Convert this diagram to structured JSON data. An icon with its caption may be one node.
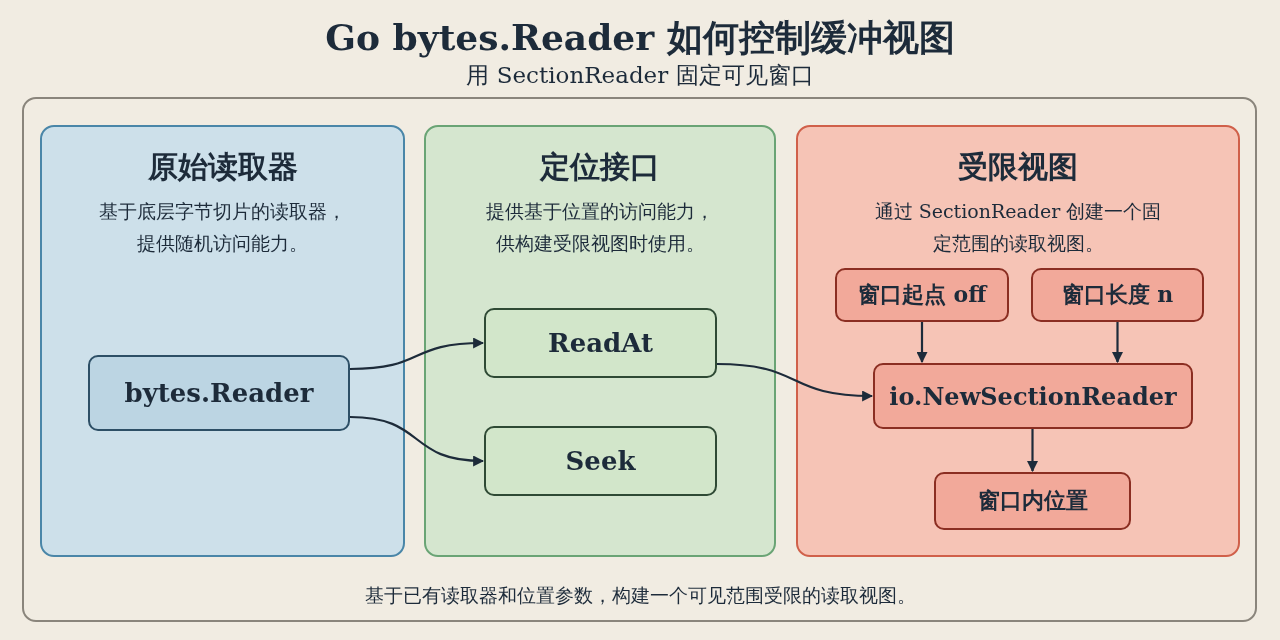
{
  "diagram": {
    "title": "Go bytes.Reader 如何控制缓冲视图",
    "labels": [
      "用 SectionReader 固定可见窗口"
    ],
    "caption": "基于已有读取器和位置参数，构建一个可见范围受限的读取视图。",
    "nodes": [
      {
        "text": [
          "原始读取器",
          "基于底层字节切片的读取器，提供随机访问能力。"
        ]
      },
      {
        "text": [
          "定位接口",
          "提供基于位置的访问能力，供构建受限视图时使用。"
        ]
      },
      {
        "text": [
          "受限视图",
          "通过 SectionReader 创建一个固定范围的读取视图。"
        ]
      },
      {
        "text": [
          "bytes.Reader"
        ],
        "in": 0
      },
      {
        "text": [
          "ReadAt"
        ],
        "in": 1
      },
      {
        "text": [
          "Seek"
        ],
        "in": 1
      },
      {
        "text": [
          "窗口起点 off"
        ],
        "in": 2
      },
      {
        "text": [
          "窗口长度 n"
        ],
        "in": 2
      },
      {
        "text": [
          "io.NewSectionReader"
        ],
        "in": 2
      },
      {
        "text": [
          "窗口内位置"
        ],
        "in": 2
      }
    ],
    "edges": [
      {
        "from": 3,
        "to": 4,
        "arrow": "to"
      },
      {
        "from": 3,
        "to": 5,
        "arrow": "to"
      },
      {
        "from": 4,
        "to": 8,
        "arrow": "to"
      },
      {
        "from": 6,
        "to": 8,
        "arrow": "to"
      },
      {
        "from": 7,
        "to": 8,
        "arrow": "to"
      },
      {
        "from": 8,
        "to": 9,
        "arrow": "to"
      }
    ]
  }
}
